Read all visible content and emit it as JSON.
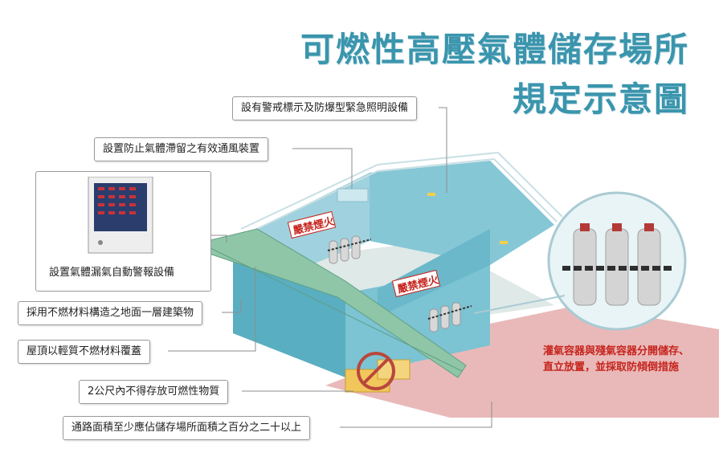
{
  "title": {
    "line1": "可燃性高壓氣體儲存場所",
    "line2": "規定示意圖"
  },
  "callouts": {
    "warning_signs_lighting": "設有警戒標示及防爆型緊急照明設備",
    "ventilation": "設置防止氣體滯留之有效通風裝置",
    "gas_leak_alarm": "設置氣體漏氣自動警報設備",
    "nonflammable_floor": "採用不燃材料構造之地面一層建築物",
    "lightweight_roof": "屋頂以輕質不燃材料覆蓋",
    "no_flammables_2m": "2公尺內不得存放可燃性物質",
    "passage_area": "通路面積至少應佔儲存場所面積之百分之二十以上",
    "container_storage_line1": "灌氣容器與殘氣容器分開儲存、",
    "container_storage_line2": "直立放置，並採取防傾倒措施"
  },
  "signs": {
    "no_fire_1": "嚴禁煙火",
    "no_fire_2": "嚴禁煙火"
  },
  "colors": {
    "title": "#3a95ad",
    "wall": "#7cc3d3",
    "wall_dark": "#5aaec1",
    "roof": "#8fc6a8",
    "pavement": "#e9b9b9",
    "warning_red": "#c6241d"
  },
  "icons": [
    "alarm-panel-icon",
    "gas-cylinder-icon",
    "chain-icon",
    "no-flammables-icon",
    "emergency-light-icon"
  ]
}
